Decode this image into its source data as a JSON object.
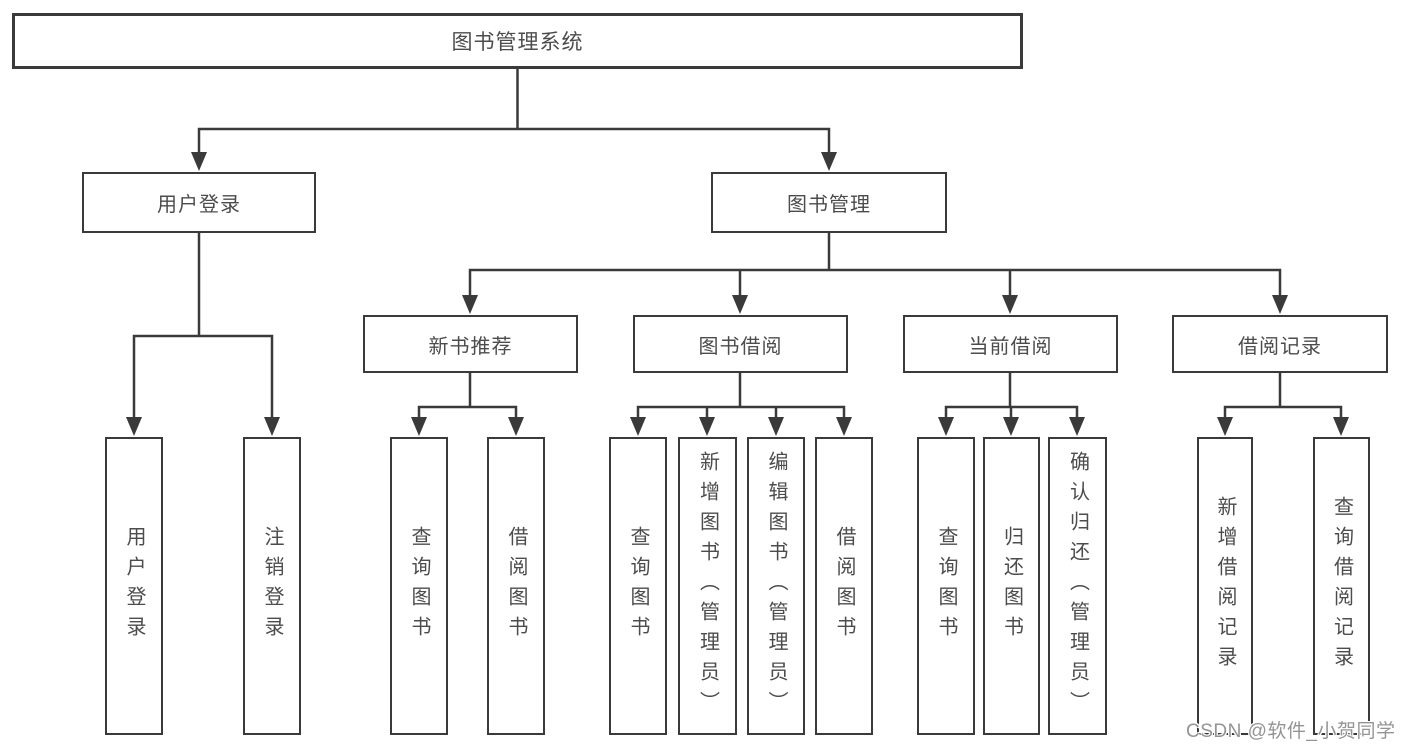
{
  "colors": {
    "line": "#3a3a3a",
    "box_border": "#3a3a3a",
    "box_fill": "#ffffff",
    "text": "#4c4c4c",
    "background": "#ffffff",
    "watermark": "#949494"
  },
  "tree": {
    "label": "图书管理系统",
    "children": [
      {
        "label": "用户登录",
        "children": [
          {
            "label": "用户登录"
          },
          {
            "label": "注销登录"
          }
        ]
      },
      {
        "label": "图书管理",
        "children": [
          {
            "label": "新书推荐",
            "children": [
              {
                "label": "查询图书"
              },
              {
                "label": "借阅图书"
              }
            ]
          },
          {
            "label": "图书借阅",
            "children": [
              {
                "label": "查询图书"
              },
              {
                "label": "新增图书（管理员）"
              },
              {
                "label": "编辑图书（管理员）"
              },
              {
                "label": "借阅图书"
              }
            ]
          },
          {
            "label": "当前借阅",
            "children": [
              {
                "label": "查询图书"
              },
              {
                "label": "归还图书"
              },
              {
                "label": "确认归还（管理员）"
              }
            ]
          },
          {
            "label": "借阅记录",
            "children": [
              {
                "label": "新增借阅记录"
              },
              {
                "label": "查询借阅记录"
              }
            ]
          }
        ]
      }
    ]
  },
  "watermark": {
    "text": "CSDN @软件_小贺同学"
  }
}
